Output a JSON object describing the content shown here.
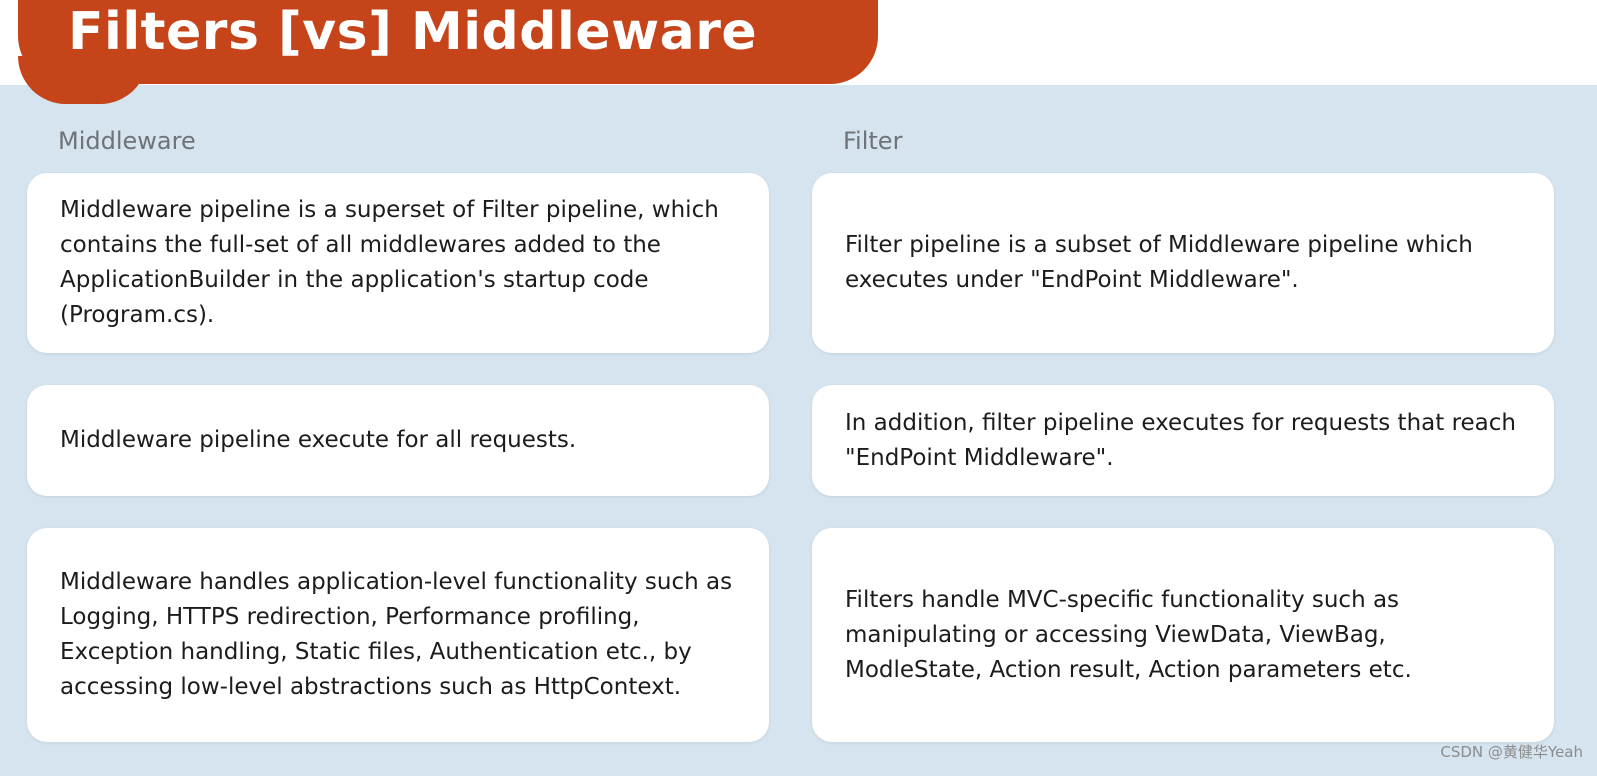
{
  "slide": {
    "title": "Filters [vs] Middleware",
    "columns": {
      "left_heading": "Middleware",
      "right_heading": "Filter"
    },
    "rows": [
      {
        "middleware": "Middleware pipeline is a superset of Filter pipeline, which contains the full-set of all middlewares added to the ApplicationBuilder in the application's startup code (Program.cs).",
        "filter": "Filter pipeline is a subset of Middleware pipeline which executes under \"EndPoint Middleware\"."
      },
      {
        "middleware": "Middleware pipeline execute for all requests.",
        "filter": "In addition, filter pipeline executes for requests that reach \"EndPoint Middleware\"."
      },
      {
        "middleware": "Middleware handles application-level functionality such as Logging, HTTPS redirection, Performance profiling, Exception handling, Static files, Authentication etc., by accessing low-level abstractions such as HttpContext.",
        "filter": "Filters handle MVC-specific functionality such as manipulating or accessing ViewData, ViewBag, ModleState, Action result, Action parameters etc."
      }
    ]
  },
  "watermark": "CSDN @黄健华Yeah",
  "colors": {
    "title_banner": "#c5441a",
    "panel_background": "#d5e4ee",
    "card_background": "#ffffff",
    "heading_text": "#6f7378"
  }
}
